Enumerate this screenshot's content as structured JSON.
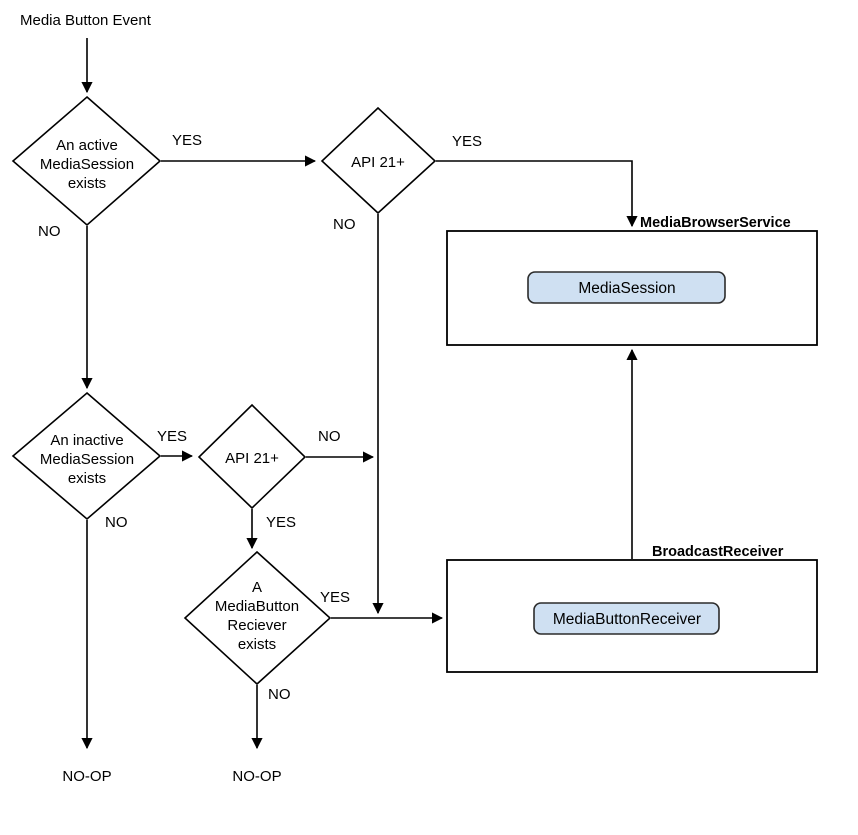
{
  "diagram": {
    "title_text": "Media Button Event",
    "type": "flowchart",
    "background_color": "#ffffff",
    "line_color": "#000000",
    "node_fill_color": "#cfe0f2",
    "node_stroke_color": "#2b2b2b"
  },
  "start": {
    "label": "Media Button Event"
  },
  "decisions": [
    {
      "id": "active-media-session",
      "lines": [
        "An active",
        "MediaSession",
        "exists"
      ],
      "yes_label": "YES",
      "no_label": "NO"
    },
    {
      "id": "api-21-top",
      "lines": [
        "API 21+"
      ],
      "yes_label": "YES",
      "no_label": "NO"
    },
    {
      "id": "inactive-media-session",
      "lines": [
        "An inactive",
        "MediaSession",
        "exists"
      ],
      "yes_label": "YES",
      "no_label": "NO"
    },
    {
      "id": "api-21-bottom",
      "lines": [
        "API 21+"
      ],
      "yes_label": "YES",
      "no_label": "NO"
    },
    {
      "id": "media-button-receiver-exists",
      "lines": [
        "A",
        "MediaButton",
        "Reciever",
        "exists"
      ],
      "yes_label": "YES",
      "no_label": "NO"
    }
  ],
  "containers": [
    {
      "id": "media-browser-service",
      "title": "MediaBrowserService",
      "node_label": "MediaSession"
    },
    {
      "id": "broadcast-receiver",
      "title": "BroadcastReceiver",
      "node_label": "MediaButtonReceiver"
    }
  ],
  "terminals": [
    {
      "id": "no-op-left",
      "label": "NO-OP"
    },
    {
      "id": "no-op-right",
      "label": "NO-OP"
    }
  ],
  "edge_labels": {
    "active_yes": "YES",
    "active_no": "NO",
    "api_top_yes": "YES",
    "api_top_no": "NO",
    "inactive_yes": "YES",
    "inactive_no": "NO",
    "api_bottom_yes": "YES",
    "api_bottom_no": "NO",
    "mbr_yes": "YES",
    "mbr_no": "NO"
  }
}
